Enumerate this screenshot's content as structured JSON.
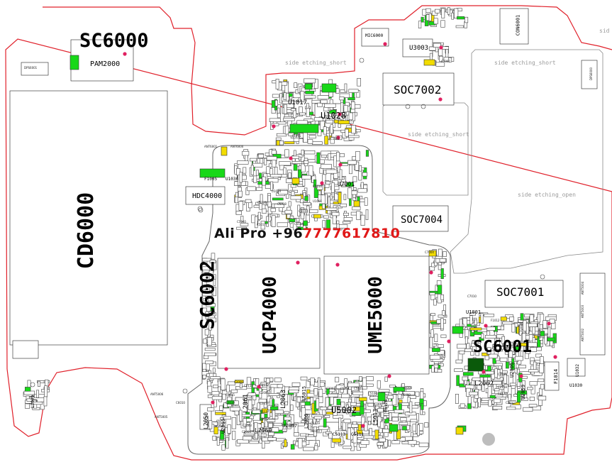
{
  "colors": {
    "outline": "#e0202a",
    "line": "#555555",
    "green": "#18d818",
    "yellow": "#f2dc00",
    "pad_red": "#e02060",
    "watermark_black": "#111111",
    "watermark_red": "#e01818",
    "etch_gray": "#9a9a9a",
    "test_point": "#bdbdbd"
  },
  "labels": {
    "sc6000": "SC6000",
    "pam2000": "PAM2000",
    "cd6000": "CD6000",
    "sc6002": "SC6002",
    "ucp4000": "UCP4000",
    "ume5000": "UME5000",
    "soc7002": "SOC7002",
    "soc7004": "SOC7004",
    "soc7001": "SOC7001",
    "sc6001": "SC6001",
    "hdc4000": "HDC4000",
    "u1017": "U1017",
    "u1028": "U1028",
    "u7001": "U7001",
    "u5002": "U5002",
    "u3003": "U3003",
    "mic6000": "MIC6000",
    "con6001": "CON6001",
    "l2062": "L2062",
    "l2063": "L2063",
    "l2061": "L2061",
    "l2060": "L2060",
    "l2050": "L2050",
    "l5015": "L5015",
    "l5013": "L5013",
    "l3006": "L3006",
    "u2005": "U2005",
    "u2007": "U2007",
    "u2006": "U2006",
    "u2059": "U2059",
    "u1001": "U1001",
    "u3000": "U3000",
    "u1030": "U1030",
    "u1032": "U1032",
    "f1014": "F1014",
    "f1005": "F1005",
    "u1036": "U1036",
    "c5113": "C5113",
    "c5111": "C5111",
    "c5126": "C5126"
  },
  "etching": {
    "short_top": "side etching_short",
    "short_right": "side etching_short",
    "short_mid": "side etching_short",
    "open": "side etching_open",
    "edge": "sid"
  },
  "watermark": {
    "prefix": "Ali Pro +96",
    "number": "7777617810"
  },
  "small_labels": {
    "dps6001": "DPS6001",
    "dps6000": "DPS6000",
    "ant6001": "ANT6001",
    "ant6000": "ANT6000",
    "ant5006": "ANT5006",
    "ant5005": "ANT5005",
    "ant5002": "ANT5002",
    "ant5004": "ANT5004",
    "ant5003": "ANT5003",
    "c7010": "C7010",
    "f1012": "F1012",
    "f1015": "F1015",
    "f1018": "F1018",
    "u1024": "U1024",
    "c7007": "C7007",
    "c3002": "C3002",
    "c5101": "C5101",
    "c5103": "C5103",
    "c5129": "C5129",
    "u5000": "U5000",
    "c5106": "C5106",
    "c7004": "C7004",
    "c2000": "C2000",
    "c2112": "C2112",
    "c2113": "C2113",
    "c2114": "C2114",
    "c2117": "C2117",
    "c2019": "C2019",
    "c2015": "C2015",
    "c2004": "C2004",
    "c2003": "C2003",
    "c2007": "C2007",
    "c2006": "C2006",
    "c2118": "C2118",
    "c2120": "C2120",
    "c2105": "C2105",
    "c2012": "C2012",
    "c5114": "C5114",
    "c5019": "C5019",
    "c5018": "C5018",
    "c5016": "C5016",
    "c5023": "C5023",
    "c5040": "C5040",
    "c5017": "C5017",
    "u1020": "U1020",
    "u1001b": "U1001",
    "c1001": "C1001",
    "r5000": "R5000",
    "c5080": "C5080",
    "c6010": "C6010"
  }
}
